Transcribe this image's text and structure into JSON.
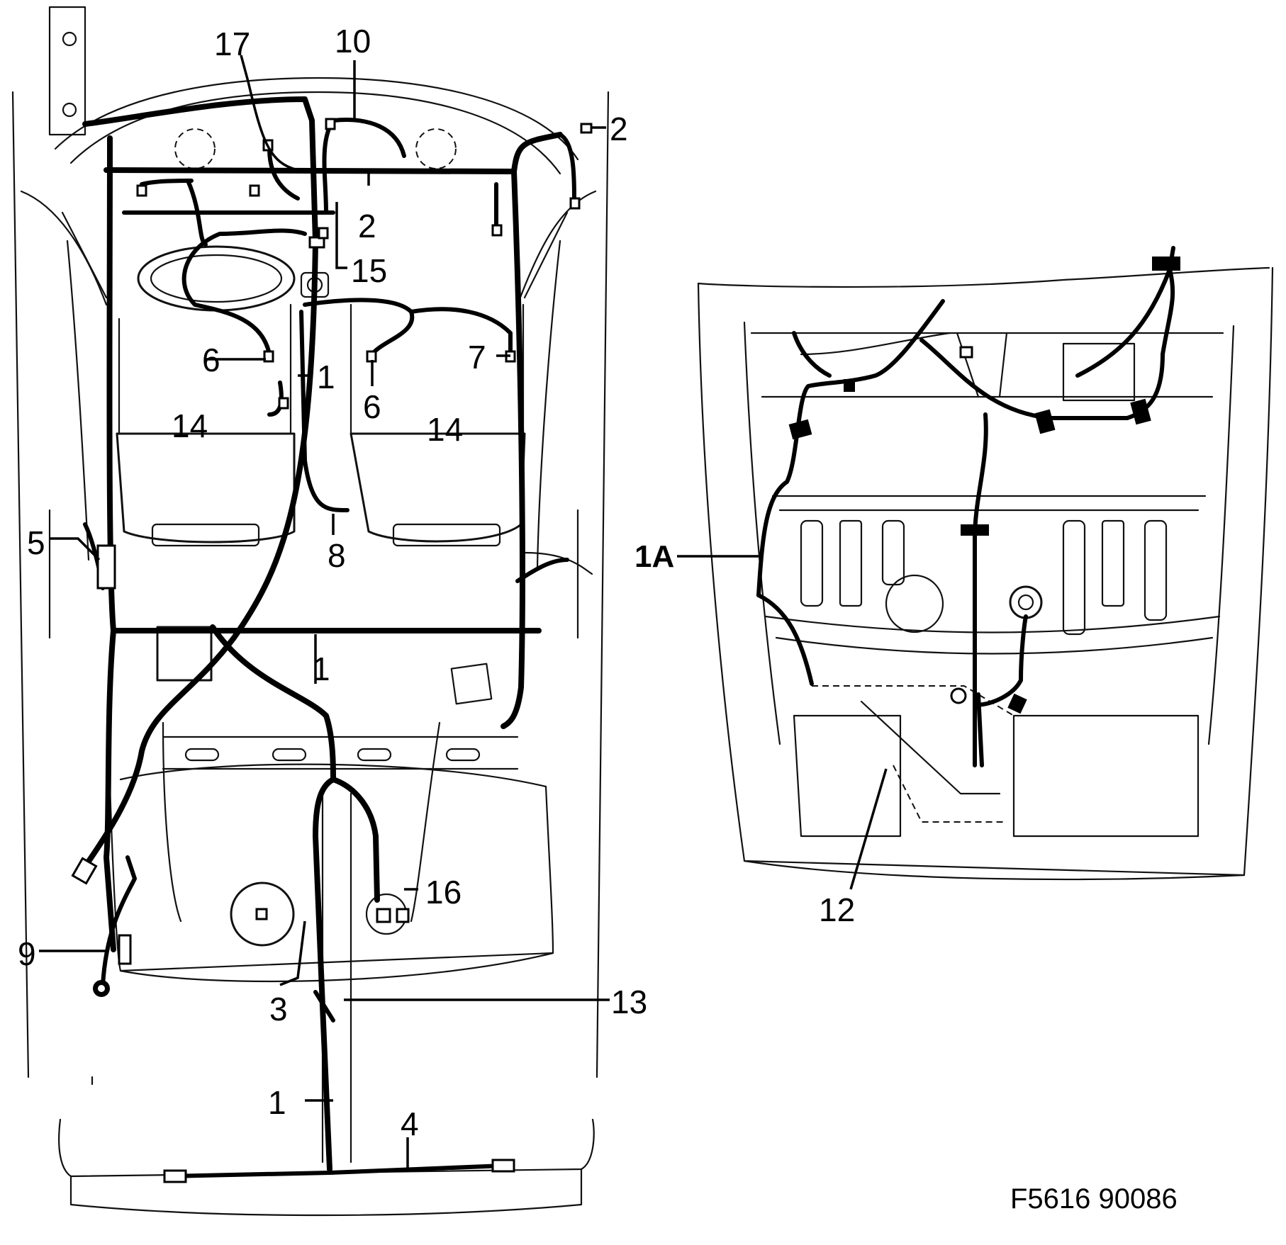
{
  "figure_code": "F5616 90086",
  "left_view_callouts": [
    {
      "id": "c17",
      "text": "17"
    },
    {
      "id": "c10",
      "text": "10"
    },
    {
      "id": "c2a",
      "text": "2"
    },
    {
      "id": "c2b",
      "text": "2"
    },
    {
      "id": "c15",
      "text": "15"
    },
    {
      "id": "c6a",
      "text": "6"
    },
    {
      "id": "c1a",
      "text": "1"
    },
    {
      "id": "c7",
      "text": "7"
    },
    {
      "id": "c6b",
      "text": "6"
    },
    {
      "id": "c14a",
      "text": "14"
    },
    {
      "id": "c14b",
      "text": "14"
    },
    {
      "id": "c5",
      "text": "5"
    },
    {
      "id": "c8",
      "text": "8"
    },
    {
      "id": "c1b",
      "text": "1"
    },
    {
      "id": "c16",
      "text": "16"
    },
    {
      "id": "c9",
      "text": "9"
    },
    {
      "id": "c3",
      "text": "3"
    },
    {
      "id": "c13",
      "text": "13"
    },
    {
      "id": "c1c",
      "text": "1"
    },
    {
      "id": "c4",
      "text": "4"
    }
  ],
  "right_view_callouts": [
    {
      "id": "c1A",
      "text": "1A"
    },
    {
      "id": "c12",
      "text": "12"
    }
  ]
}
